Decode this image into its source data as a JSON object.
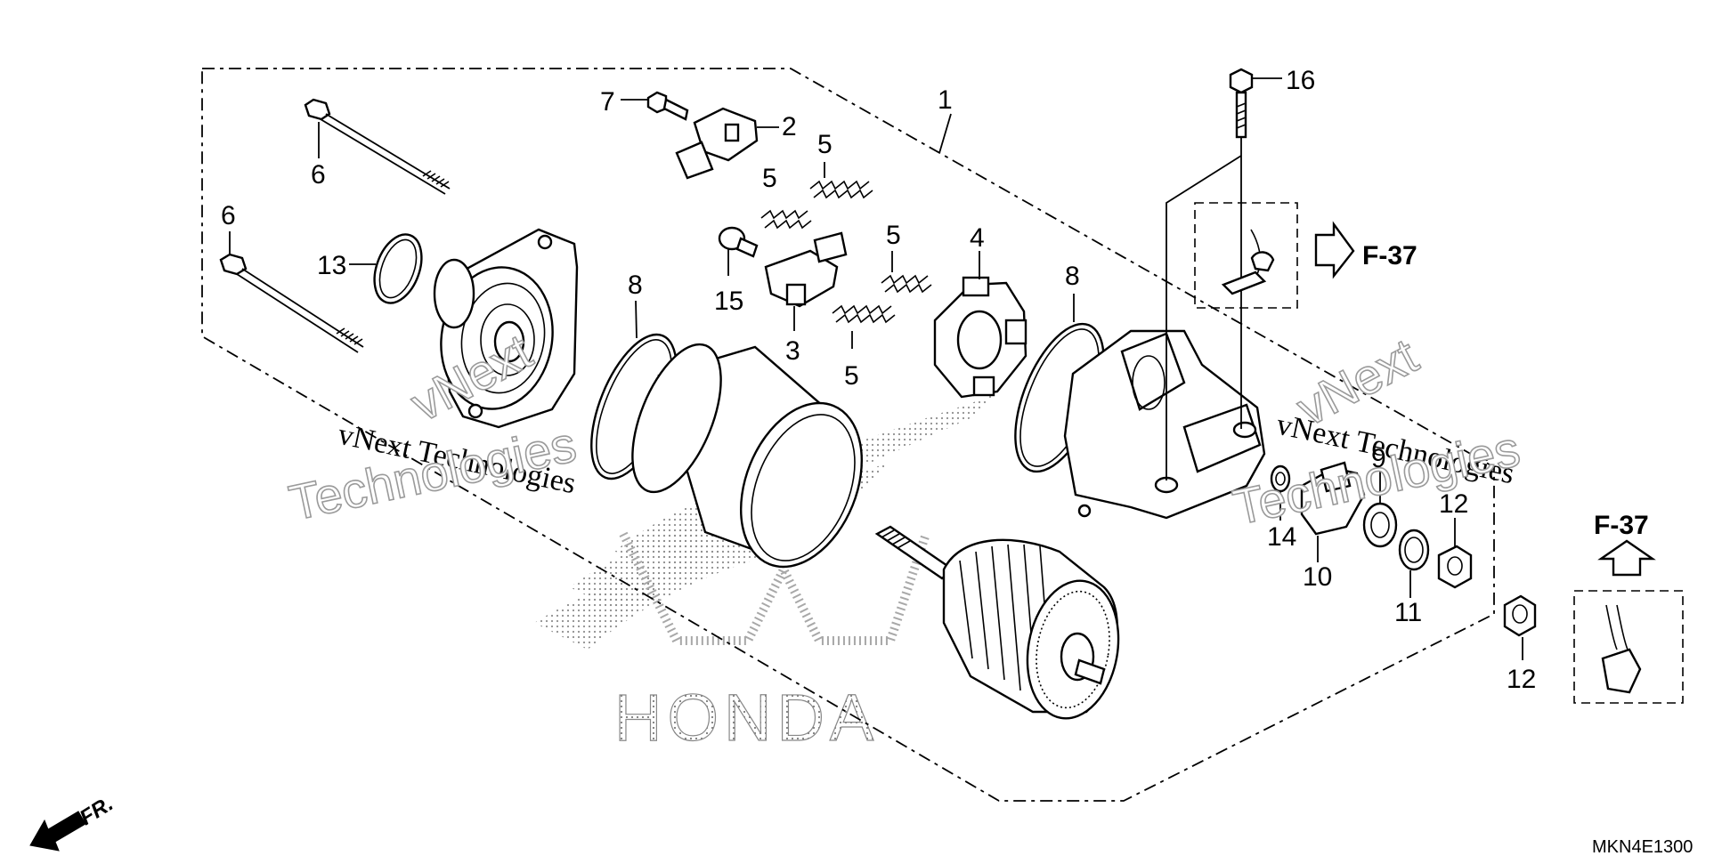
{
  "callouts": {
    "c1": "1",
    "c2": "2",
    "c3": "3",
    "c4": "4",
    "c5a": "5",
    "c5b": "5",
    "c5c": "5",
    "c5d": "5",
    "c6a": "6",
    "c6b": "6",
    "c7": "7",
    "c8a": "8",
    "c8b": "8",
    "c9": "9",
    "c10": "10",
    "c11": "11",
    "c12a": "12",
    "c12b": "12",
    "c13": "13",
    "c14": "14",
    "c15": "15",
    "c16": "16"
  },
  "references": {
    "ref_right": "F-37",
    "ref_bottom": "F-37"
  },
  "watermarks": {
    "left_line": "vNext Technologies",
    "left_big_1": "vNext",
    "left_big_2": "Technologies",
    "right_line": "vNext Technologies",
    "right_big_1": "vNext",
    "right_big_2": "Technologies",
    "brand": "HONDA"
  },
  "direction_label": "FR.",
  "diagram_code": "MKN4E1300"
}
